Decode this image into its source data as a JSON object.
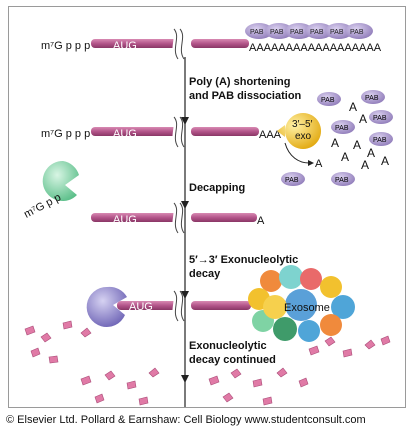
{
  "cap": "m⁷G p p p",
  "cap_short": "m⁷G p p",
  "aug": "AUG",
  "pab": "PAB",
  "polyA_long": "AAAAAAAAAAAAAAAAAA",
  "polyA_short": "AAA",
  "polyA_one": "A",
  "free_a": "A",
  "exo35_line1": "3′–5′",
  "exo35_line2": "exo",
  "exosome": "Exosome",
  "steps": [
    {
      "line1": "Poly (A) shortening",
      "line2": "and PAB dissociation"
    },
    {
      "line1": "Decapping",
      "line2": ""
    },
    {
      "line1": "5′→3′ Exonucleolytic",
      "line2": "decay"
    },
    {
      "line1": "Exonucleolytic",
      "line2": "decay continued"
    }
  ],
  "credit": "© Elsevier Ltd. Pollard & Earnshaw: Cell Biology www.studentconsult.com",
  "colors": {
    "mrna": "#b3558a",
    "pab": "#9f8cc7",
    "exo35": "#f2c12e",
    "decap": "#7fd3a4",
    "xrn": "#8f86cc",
    "fragment": "#e07aa6"
  }
}
